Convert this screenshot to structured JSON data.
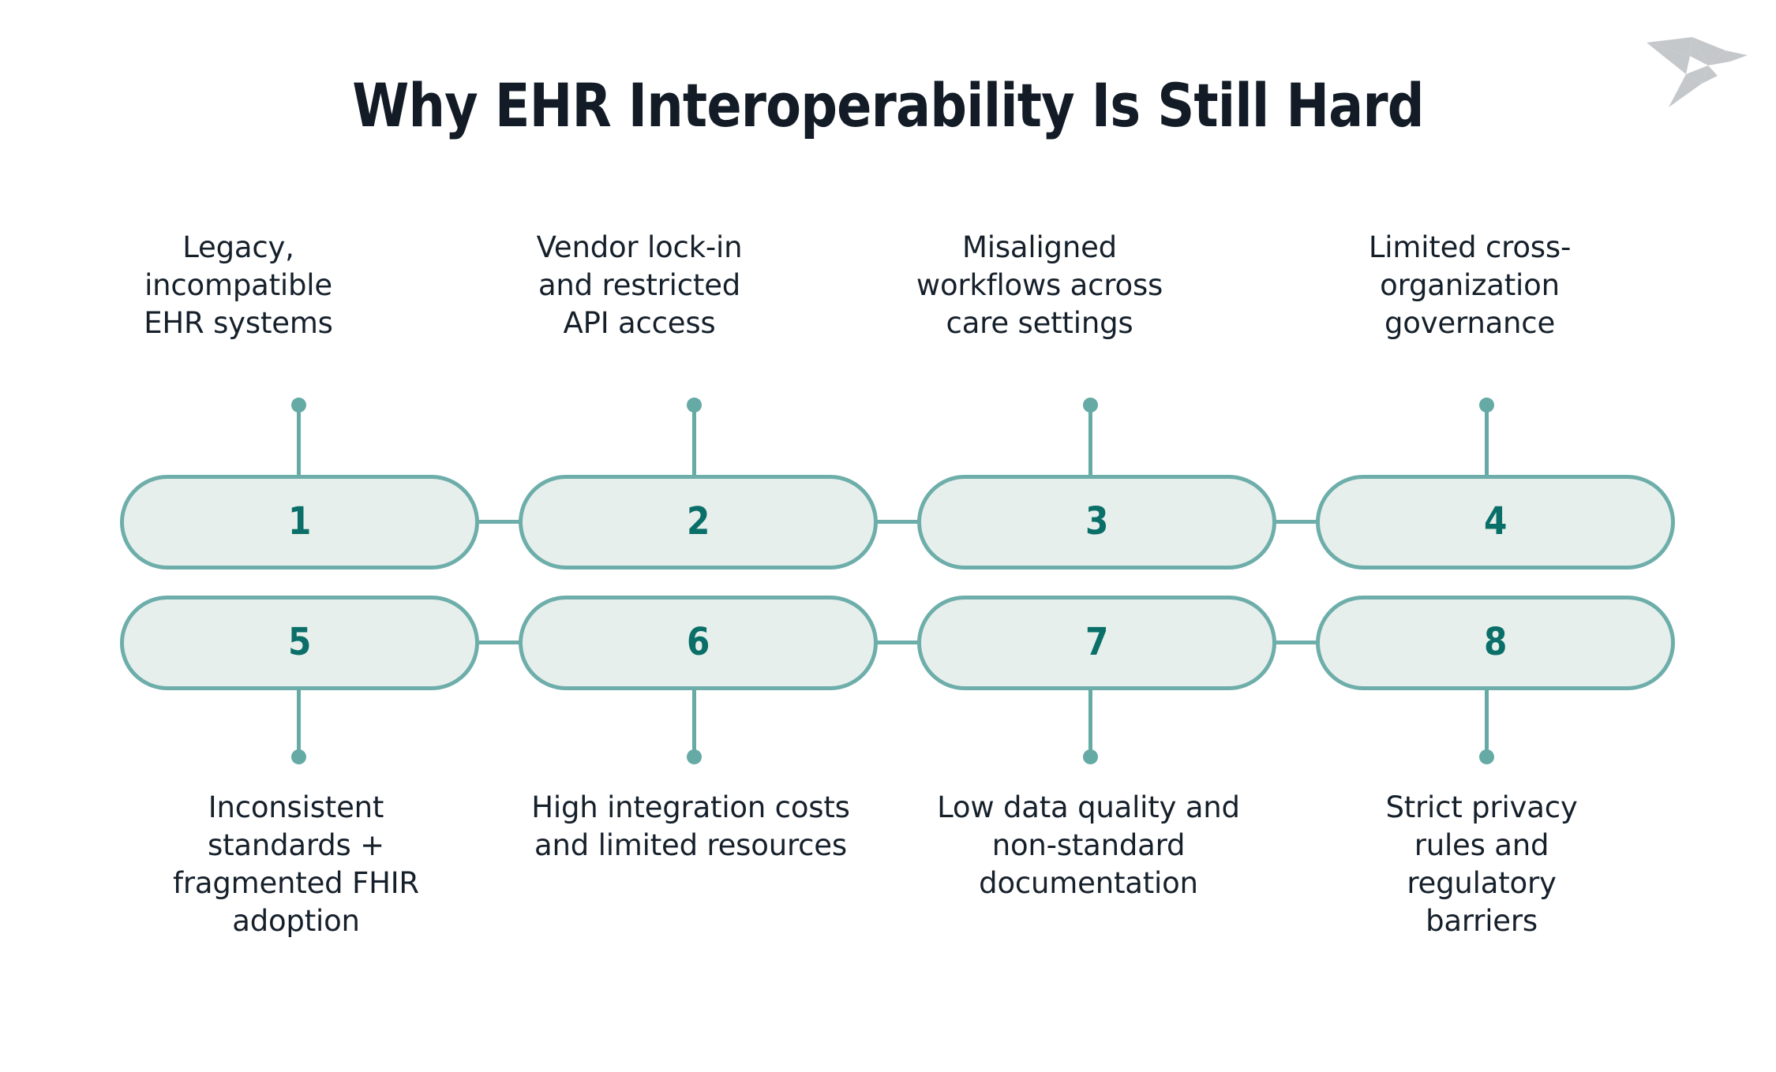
{
  "page": {
    "title": "Why EHR Interoperability Is Still Hard",
    "background_color": "#ffffff",
    "title_color": "#131c26"
  },
  "logo": {
    "name": "origami-bird-logo",
    "color": "#c5c8ca"
  },
  "theme": {
    "pill_fill": "#e7efec",
    "pill_border": "#6eaeaa",
    "number_color": "#0a6f68",
    "connector_color": "#65aaa5",
    "label_color": "#16202b"
  },
  "diagram": {
    "type": "numbered-pill-chain",
    "rows": 2,
    "columns": 4,
    "items": [
      {
        "number": "1",
        "row": 1,
        "column": 1,
        "label_position": "above",
        "label": "Legacy, incompatible EHR systems"
      },
      {
        "number": "2",
        "row": 1,
        "column": 2,
        "label_position": "above",
        "label": "Vendor lock-in and restricted API access"
      },
      {
        "number": "3",
        "row": 1,
        "column": 3,
        "label_position": "above",
        "label": "Misaligned workflows across care settings"
      },
      {
        "number": "4",
        "row": 1,
        "column": 4,
        "label_position": "above",
        "label": "Limited cross-organization governance"
      },
      {
        "number": "5",
        "row": 2,
        "column": 1,
        "label_position": "below",
        "label": "Inconsistent standards + fragmented FHIR adoption"
      },
      {
        "number": "6",
        "row": 2,
        "column": 2,
        "label_position": "below",
        "label": "High integration costs and limited resources"
      },
      {
        "number": "7",
        "row": 2,
        "column": 3,
        "label_position": "below",
        "label": "Low data quality and non-standard documentation"
      },
      {
        "number": "8",
        "row": 2,
        "column": 4,
        "label_position": "below",
        "label": "Strict privacy rules and regulatory barriers"
      }
    ]
  }
}
